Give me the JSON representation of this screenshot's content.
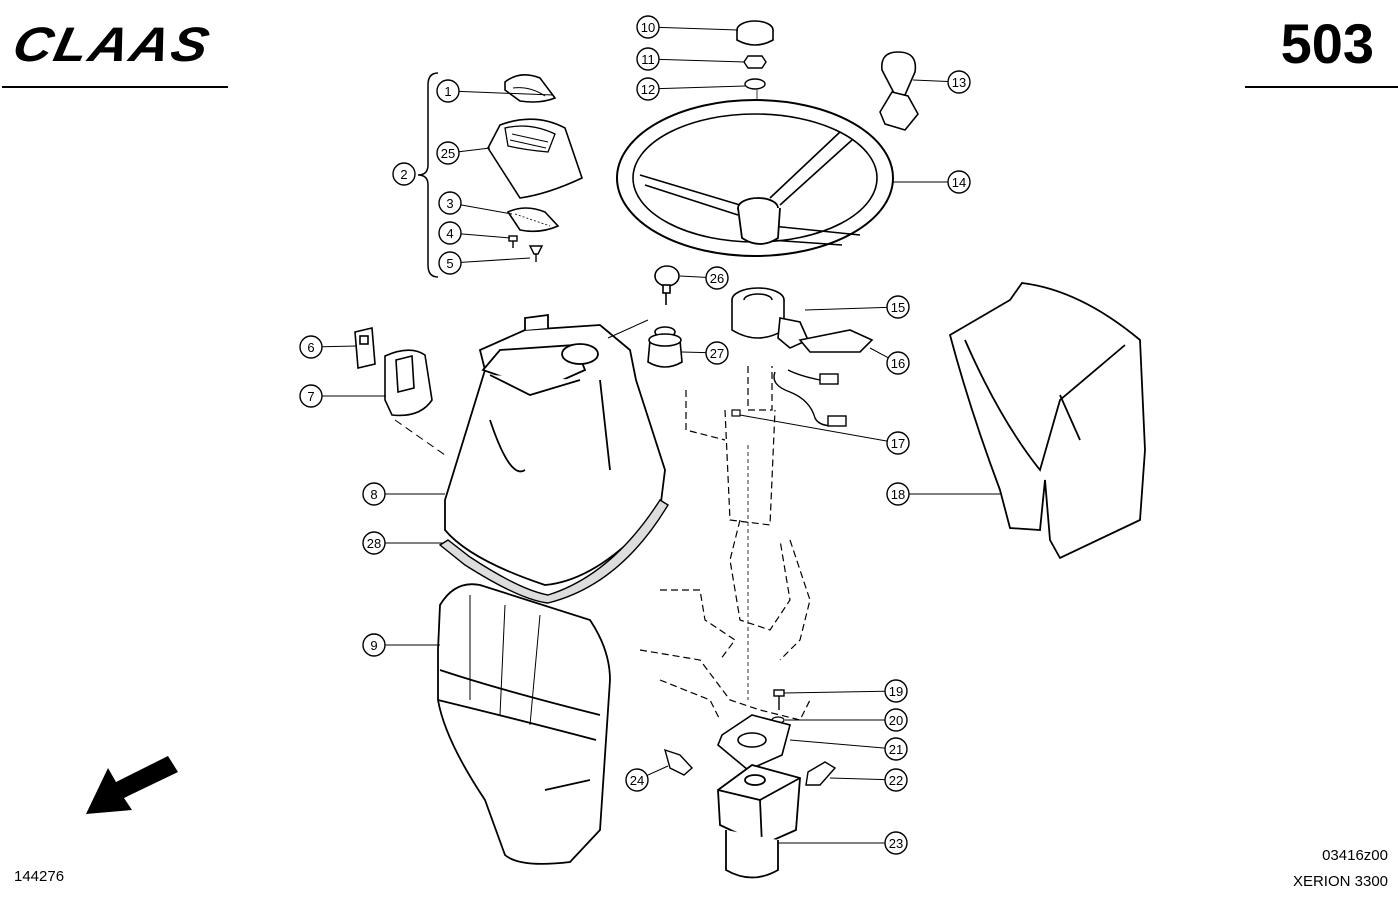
{
  "header": {
    "brand": "CLAAS",
    "page_number": "503"
  },
  "footer": {
    "drawing_number": "144276",
    "reference_code": "03416z00",
    "model": "XERION 3300"
  },
  "callouts": [
    {
      "label": "1"
    },
    {
      "label": "2"
    },
    {
      "label": "3"
    },
    {
      "label": "4"
    },
    {
      "label": "5"
    },
    {
      "label": "6"
    },
    {
      "label": "7"
    },
    {
      "label": "8"
    },
    {
      "label": "9"
    },
    {
      "label": "10"
    },
    {
      "label": "11"
    },
    {
      "label": "12"
    },
    {
      "label": "13"
    },
    {
      "label": "14"
    },
    {
      "label": "15"
    },
    {
      "label": "16"
    },
    {
      "label": "17"
    },
    {
      "label": "18"
    },
    {
      "label": "19"
    },
    {
      "label": "20"
    },
    {
      "label": "21"
    },
    {
      "label": "22"
    },
    {
      "label": "23"
    },
    {
      "label": "24"
    },
    {
      "label": "25"
    },
    {
      "label": "26"
    },
    {
      "label": "27"
    },
    {
      "label": "28"
    }
  ]
}
